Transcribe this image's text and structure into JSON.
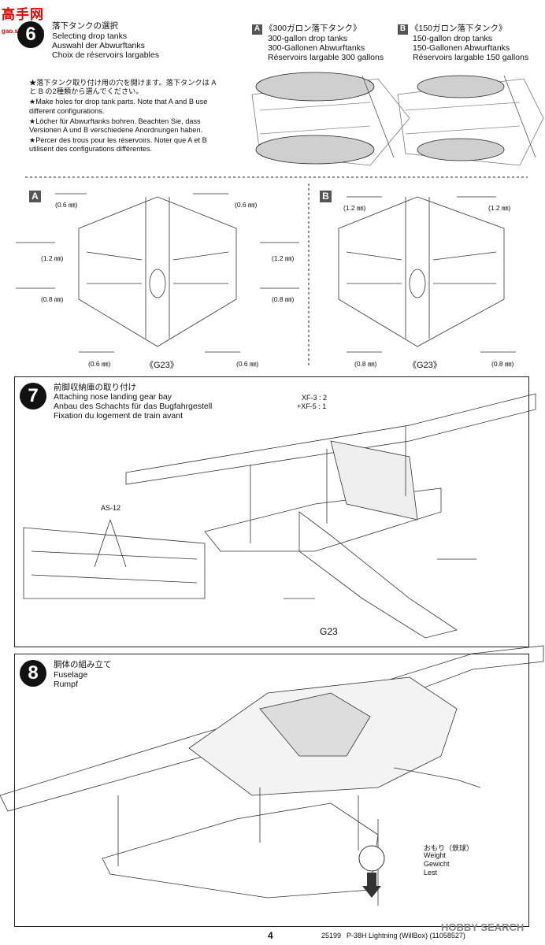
{
  "watermark_top": {
    "brand": "高手网",
    "url": "gao.shou.com"
  },
  "step6": {
    "number": "6",
    "title_jp": "落下タンクの選択",
    "title_en": "Selecting drop tanks",
    "title_de": "Auswahl der Abwurftanks",
    "title_fr": "Choix de réservoirs largables",
    "option_a": {
      "tag": "A",
      "jp": "《300ガロン落下タンク》",
      "en": "300-gallon drop tanks",
      "de": "300-Gallonen Abwurftanks",
      "fr": "Réservoirs largable 300 gallons"
    },
    "option_b": {
      "tag": "B",
      "jp": "《150ガロン落下タンク》",
      "en": "150-gallon drop tanks",
      "de": "150-Gallonen Abwurftanks",
      "fr": "Réservoirs largable 150 gallons"
    },
    "notes": [
      "★落下タンク取り付け用の穴を開けます。落下タンクは A と B の2種類から選んでください。",
      "★Make holes for drop tank parts. Note that A and B use different configurations.",
      "★Löcher für Abwurftanks bohren. Beachten Sie, dass Versionen A und B verschiedene Anordnungen haben.",
      "★Percer des trous pour les réservoirs. Noter que A et B utilisent des configurations différentes."
    ],
    "panel_a": {
      "tag": "A",
      "drill_06": "(0.6 ㎜)",
      "drill_12": "(1.2 ㎜)",
      "drill_08": "(0.8 ㎜)",
      "part": "《G23》"
    },
    "panel_b": {
      "tag": "B",
      "drill_12": "(1.2 ㎜)",
      "drill_08": "(0.8 ㎜)",
      "part": "《G23》"
    }
  },
  "step7": {
    "number": "7",
    "title_jp": "前脚収納庫の取り付け",
    "title_en": "Attaching nose landing gear bay",
    "title_de": "Anbau des Schachts für das Bugfahrgestell",
    "title_fr": "Fixation du logement de train avant",
    "paint_1": "XF-3 : 2",
    "paint_2": "+XF-5 : 1",
    "paint_as": "AS-12",
    "part": "G23"
  },
  "step8": {
    "number": "8",
    "title_jp": "胴体の組み立て",
    "title_en": "Fuselage",
    "title_de": "Rumpf",
    "weight_jp": "おもり（鉄球）",
    "weight_en": "Weight",
    "weight_de": "Gewicht",
    "weight_fr": "Lest"
  },
  "footer": {
    "page": "4",
    "code": "25199",
    "title": "P-38H Lightning (WillBox) (11058527)",
    "watermark": "HOBBY SEARCH"
  }
}
